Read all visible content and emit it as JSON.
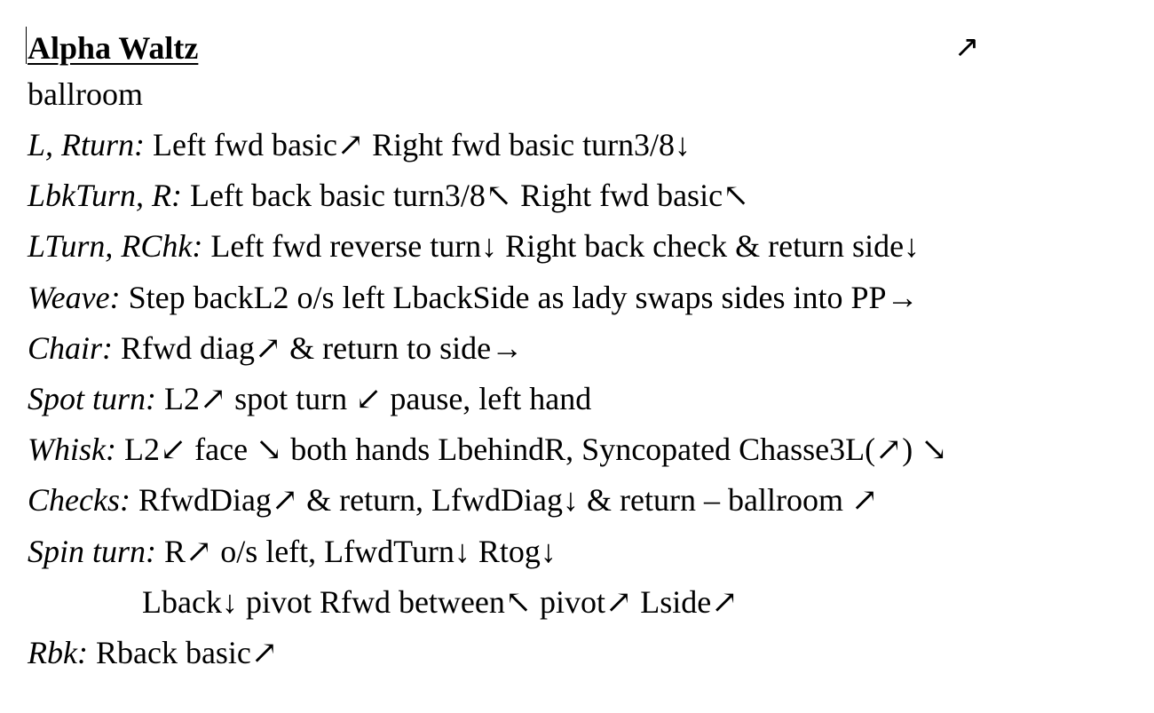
{
  "document": {
    "title": "Alpha Waltz",
    "title_arrow": "↗",
    "subtitle": "ballroom",
    "steps": [
      {
        "label": "L, Rturn:",
        "text": " Left fwd basic↗ Right fwd basic turn3/8↓"
      },
      {
        "label": "LbkTurn, R:",
        "text": " Left back basic turn3/8↖ Right fwd basic↖"
      },
      {
        "label": "LTurn, RChk:",
        "text": " Left fwd reverse turn↓ Right back check & return side↓"
      },
      {
        "label": "Weave:",
        "text": " Step backL2 o/s left LbackSide as lady swaps sides into PP→"
      },
      {
        "label": "Chair:",
        "text": " Rfwd diag↗ & return to side→"
      },
      {
        "label": "Spot turn:",
        "text": " L2↗ spot turn ↙ pause, left hand"
      },
      {
        "label": "Whisk:",
        "text": " L2↙ face ↘ both hands LbehindR, Syncopated Chasse3L(↗) ↘"
      },
      {
        "label": "Checks:",
        "text": " RfwdDiag↗ & return, LfwdDiag↓ & return – ballroom ↗"
      },
      {
        "label": "Spin turn:",
        "text": " R↗ o/s left, LfwdTurn↓ Rtog↓"
      },
      {
        "label": "",
        "text": "Lback↓ pivot Rfwd between↖ pivot↗ Lside↗"
      },
      {
        "label": "Rbk:",
        "text": " Rback basic↗"
      }
    ]
  }
}
